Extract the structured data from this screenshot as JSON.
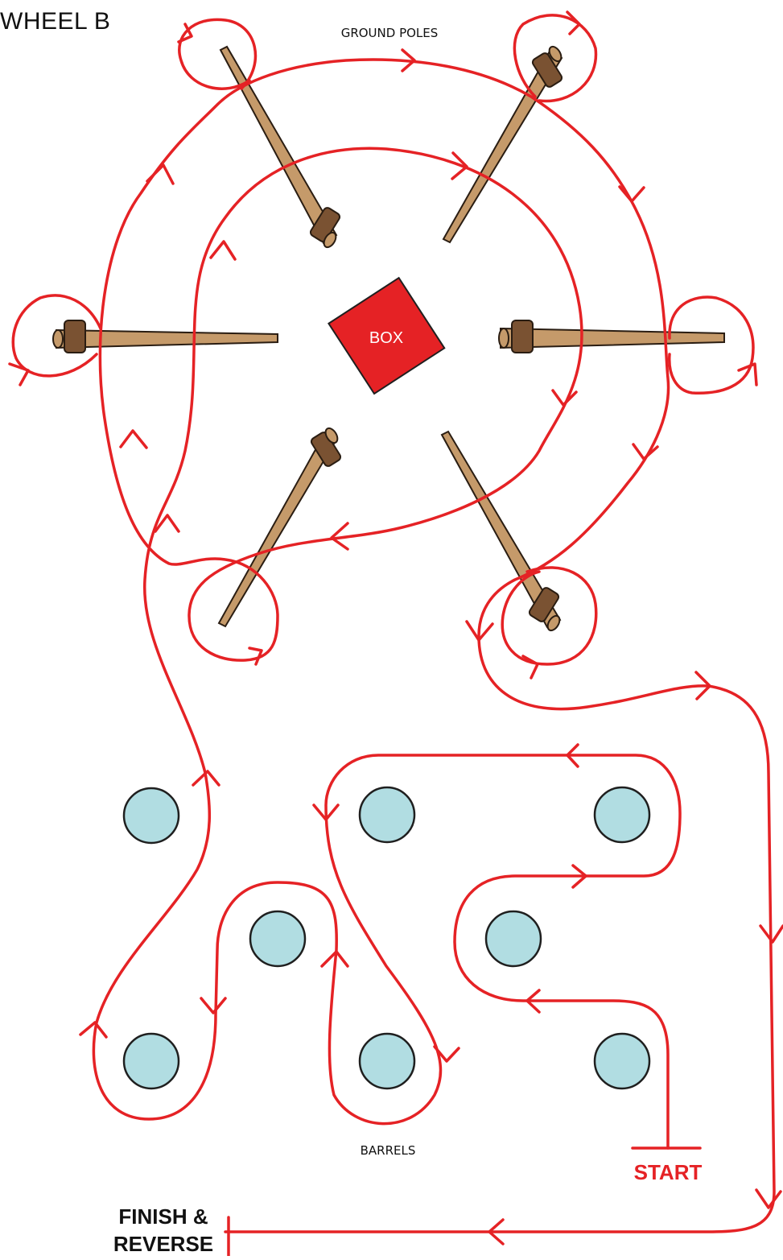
{
  "diagram": {
    "title": "WHEEL B",
    "labels": {
      "ground_poles": "GROUND POLES",
      "box": "BOX",
      "barrels": "BARRELS",
      "start": "START",
      "finish_line1": "FINISH &",
      "finish_line2": "REVERSE"
    },
    "colors": {
      "path": "#e52225",
      "pole": "#c59a6a",
      "pole_cap": "#7a5232",
      "barrel": "#b1dde2",
      "box": "#e52225"
    }
  }
}
